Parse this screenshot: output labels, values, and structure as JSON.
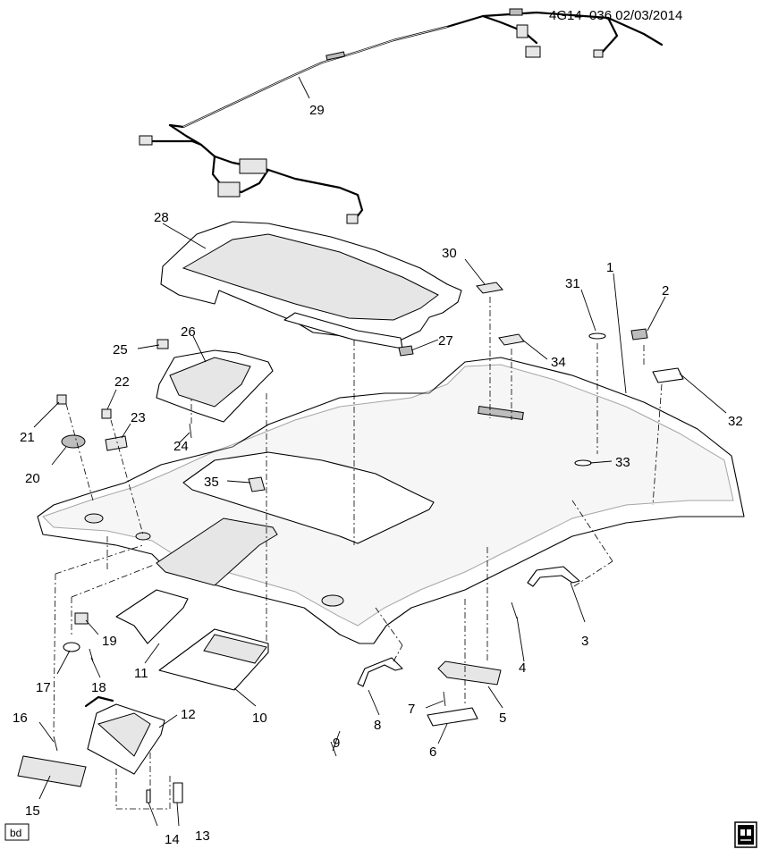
{
  "header": {
    "drawing_id": "4G14–036  02/03/2014"
  },
  "footer": {
    "corner_badge": "bd",
    "logo": "gm-logo-icon"
  },
  "callouts": [
    "1",
    "2",
    "3",
    "4",
    "5",
    "6",
    "7",
    "8",
    "9",
    "10",
    "11",
    "12",
    "13",
    "14",
    "15",
    "16",
    "17",
    "18",
    "19",
    "20",
    "21",
    "22",
    "23",
    "24",
    "25",
    "26",
    "27",
    "28",
    "29",
    "30",
    "31",
    "32",
    "33",
    "34",
    "35"
  ]
}
